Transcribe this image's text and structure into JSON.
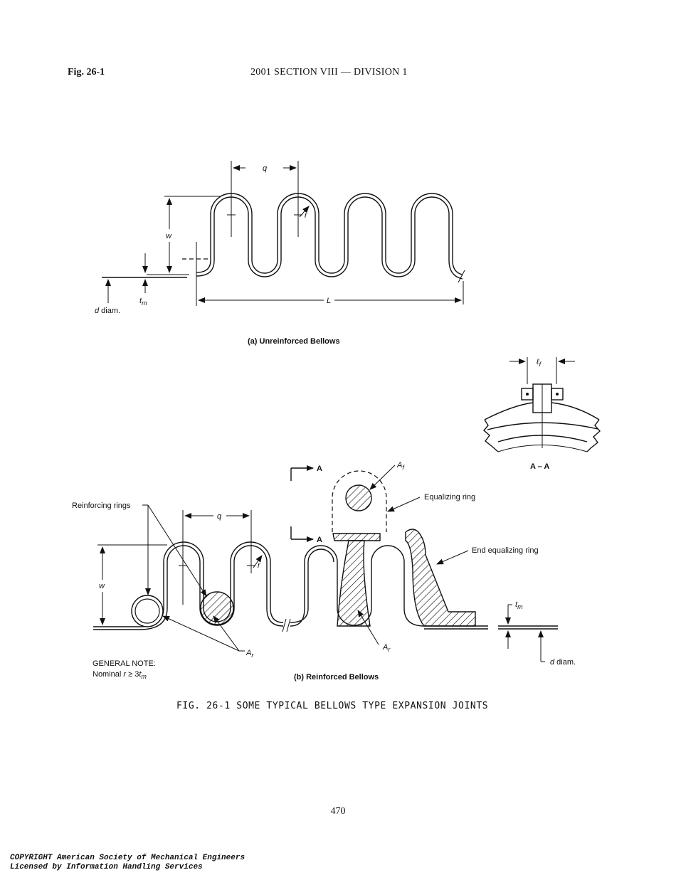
{
  "header": {
    "fig_ref": "Fig. 26-1",
    "section": "2001 SECTION VIII — DIVISION 1"
  },
  "figure_a": {
    "caption": "(a) Unreinforced Bellows",
    "labels": {
      "q": "q",
      "r": "r",
      "w": "w",
      "tm": "t",
      "tm_sub": "m",
      "L": "L",
      "d_diam_d": "d",
      "d_diam_text": " diam."
    }
  },
  "figure_b": {
    "caption": "(b) Reinforced Bellows",
    "labels": {
      "reinforcing_rings": "Reinforcing rings",
      "q": "q",
      "r": "r",
      "w": "w",
      "A_mark_top": "A",
      "A_mark_bottom": "A",
      "Af": "A",
      "Af_sub": "f",
      "equalizing_ring": "Equalizing ring",
      "end_equalizing_ring": "End equalizing ring",
      "tm": "t",
      "tm_sub": "m",
      "Ar_left": "A",
      "Ar_right": "A",
      "Ar_sub": "r",
      "d_diam_d": "d",
      "d_diam_text": " diam.",
      "section_AA": "A – A",
      "lf": "ℓ",
      "lf_sub": "f"
    },
    "general_note_title": "GENERAL NOTE:",
    "general_note_text_pre": "Nominal ",
    "general_note_r": "r",
    "general_note_text_mid": " ≥ 3",
    "general_note_t": "t",
    "general_note_sub": "m"
  },
  "figure_caption": "FIG. 26-1   SOME TYPICAL BELLOWS TYPE EXPANSION JOINTS",
  "page_number": "470",
  "copyright": {
    "line1": "COPYRIGHT American Society of Mechanical Engineers",
    "line2": "Licensed by Information Handling Services"
  }
}
